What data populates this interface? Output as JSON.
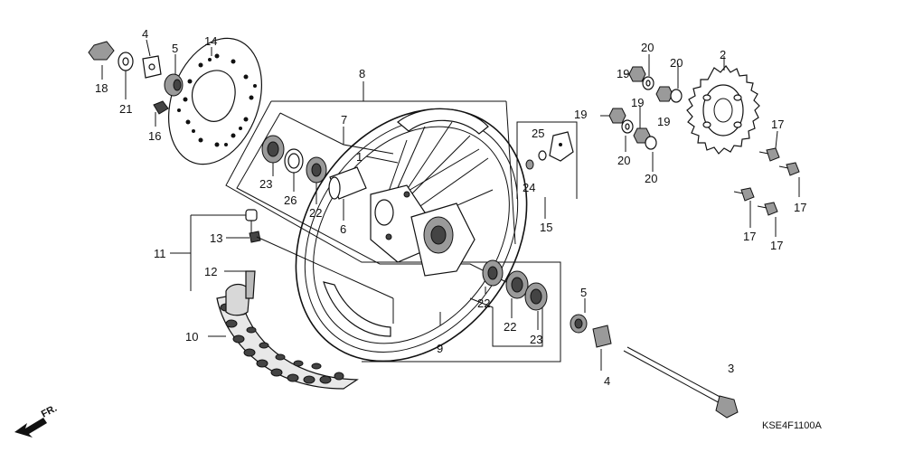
{
  "diagram": {
    "drawing_code": "KSE4F1100A",
    "direction_mark": "FR.",
    "callouts": {
      "c1": "1",
      "c2": "2",
      "c3": "3",
      "c4a": "4",
      "c4b": "4",
      "c5a": "5",
      "c5b": "5",
      "c6": "6",
      "c7": "7",
      "c8": "8",
      "c9": "9",
      "c10": "10",
      "c11": "11",
      "c12": "12",
      "c13": "13",
      "c14": "14",
      "c15": "15",
      "c16": "16",
      "c17a": "17",
      "c17b": "17",
      "c17c": "17",
      "c17d": "17",
      "c18": "18",
      "c19a": "19",
      "c19b": "19",
      "c19c": "19",
      "c19d": "19",
      "c20a": "20",
      "c20b": "20",
      "c20c": "20",
      "c20d": "20",
      "c21": "21",
      "c22a": "22",
      "c22b": "22",
      "c22c": "22",
      "c23a": "23",
      "c23b": "23",
      "c24": "24",
      "c25": "25",
      "c26": "26"
    }
  }
}
